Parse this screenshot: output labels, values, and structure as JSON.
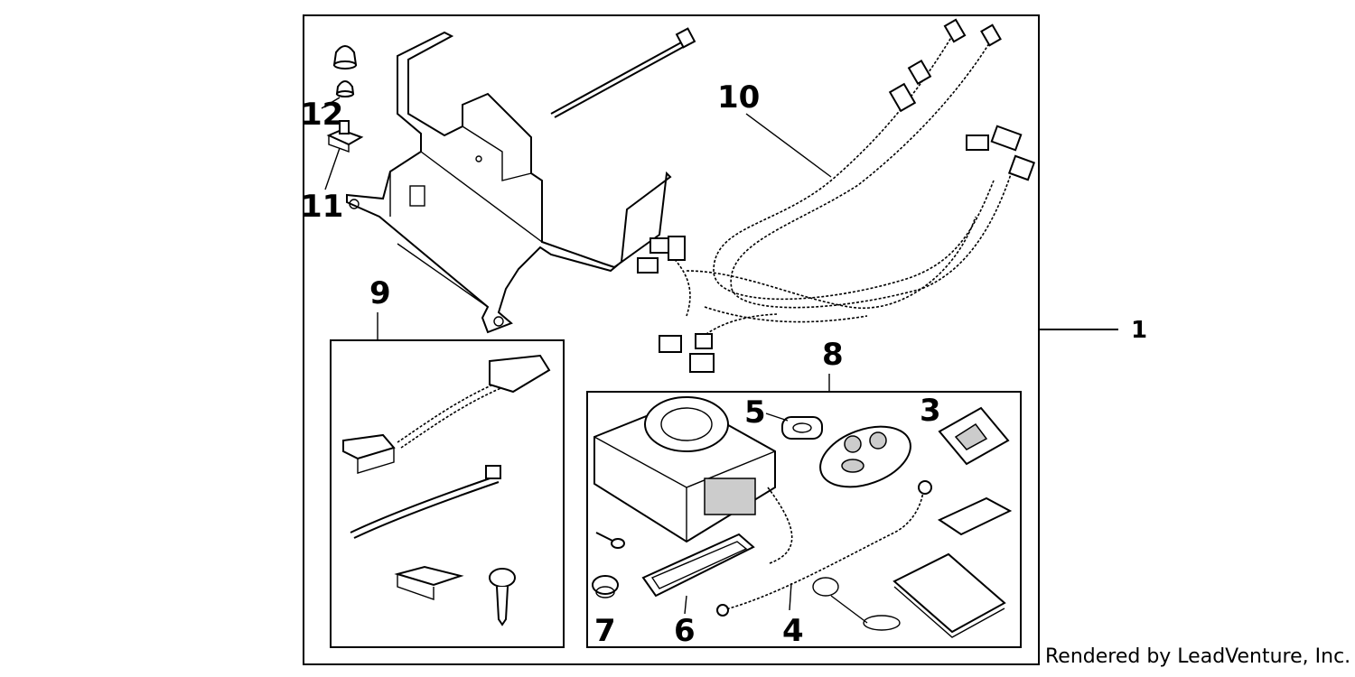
{
  "callouts": {
    "c1": "1",
    "c3": "3",
    "c4": "4",
    "c5": "5",
    "c6": "6",
    "c7": "7",
    "c8": "8",
    "c9": "9",
    "c10": "10",
    "c11": "11",
    "c12": "12"
  },
  "watermark": "Rendered by LeadVenture, Inc."
}
